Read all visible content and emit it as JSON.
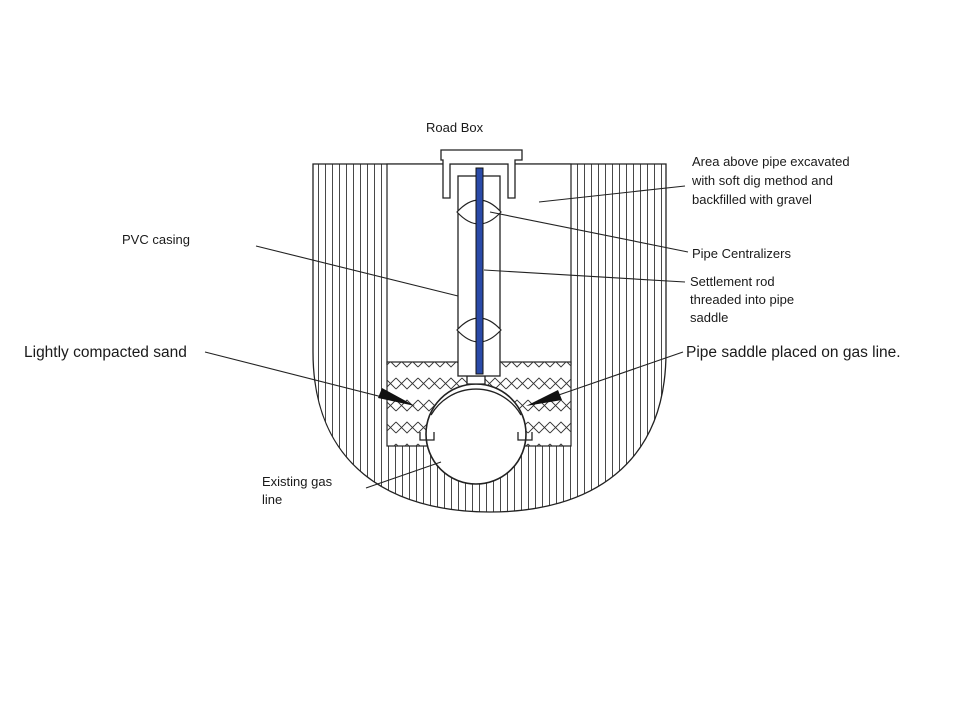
{
  "labels": {
    "road_box": "Road Box",
    "area_above_1": "Area above pipe excavated",
    "area_above_2": "with soft dig method and",
    "area_above_3": "backfilled with gravel",
    "pvc_casing": "PVC casing",
    "pipe_centralizers": "Pipe Centralizers",
    "settlement_rod_1": "Settlement rod",
    "settlement_rod_2": "threaded into pipe",
    "settlement_rod_3": "saddle",
    "lightly_compacted_sand": "Lightly compacted sand",
    "pipe_saddle": "Pipe saddle placed on gas line.",
    "existing_gas_1": "Existing gas",
    "existing_gas_2": "line"
  },
  "colors": {
    "line": "#222222",
    "rod": "#2a4aa8",
    "background": "#ffffff"
  }
}
